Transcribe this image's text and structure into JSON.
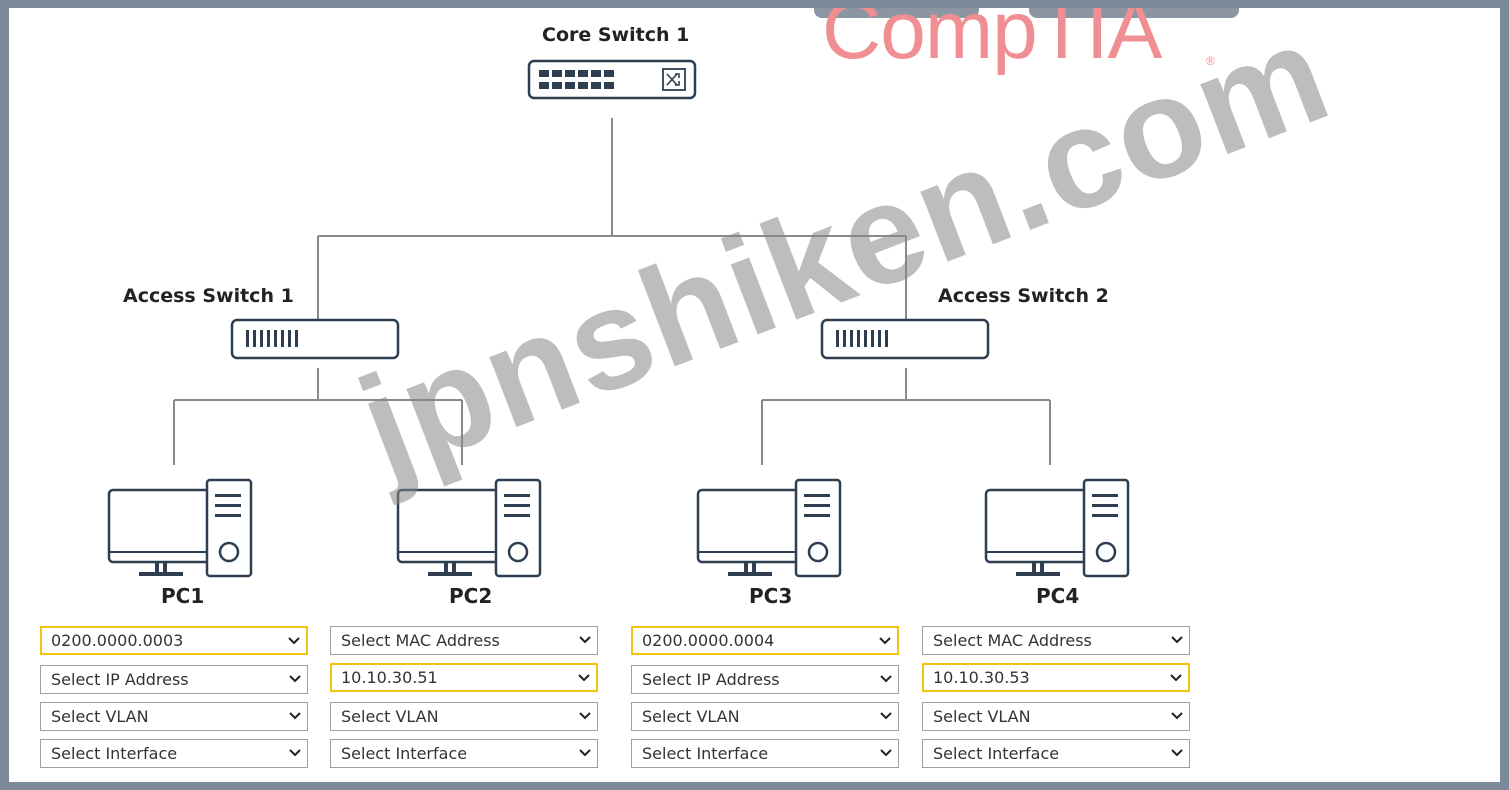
{
  "brand": {
    "name": "CompTIA",
    "reg": "®"
  },
  "watermark": "jpnshiken.com",
  "devices": {
    "core_switch": "Core Switch 1",
    "access_switch_1": "Access Switch 1",
    "access_switch_2": "Access Switch 2"
  },
  "pcs": [
    {
      "label": "PC1",
      "mac": "0200.0000.0003",
      "ip": "Select IP Address",
      "vlan": "Select VLAN",
      "interface": "Select Interface"
    },
    {
      "label": "PC2",
      "mac": "Select MAC Address",
      "ip": "10.10.30.51",
      "vlan": "Select VLAN",
      "interface": "Select Interface"
    },
    {
      "label": "PC3",
      "mac": "0200.0000.0004",
      "ip": "Select IP Address",
      "vlan": "Select VLAN",
      "interface": "Select Interface"
    },
    {
      "label": "PC4",
      "mac": "Select MAC Address",
      "ip": "10.10.30.53",
      "vlan": "Select VLAN",
      "interface": "Select Interface"
    }
  ],
  "colors": {
    "brand": "#ef8f93",
    "selected_border": "#f1c40f",
    "device_stroke": "#2c3e50",
    "frame": "#7c8a99"
  }
}
